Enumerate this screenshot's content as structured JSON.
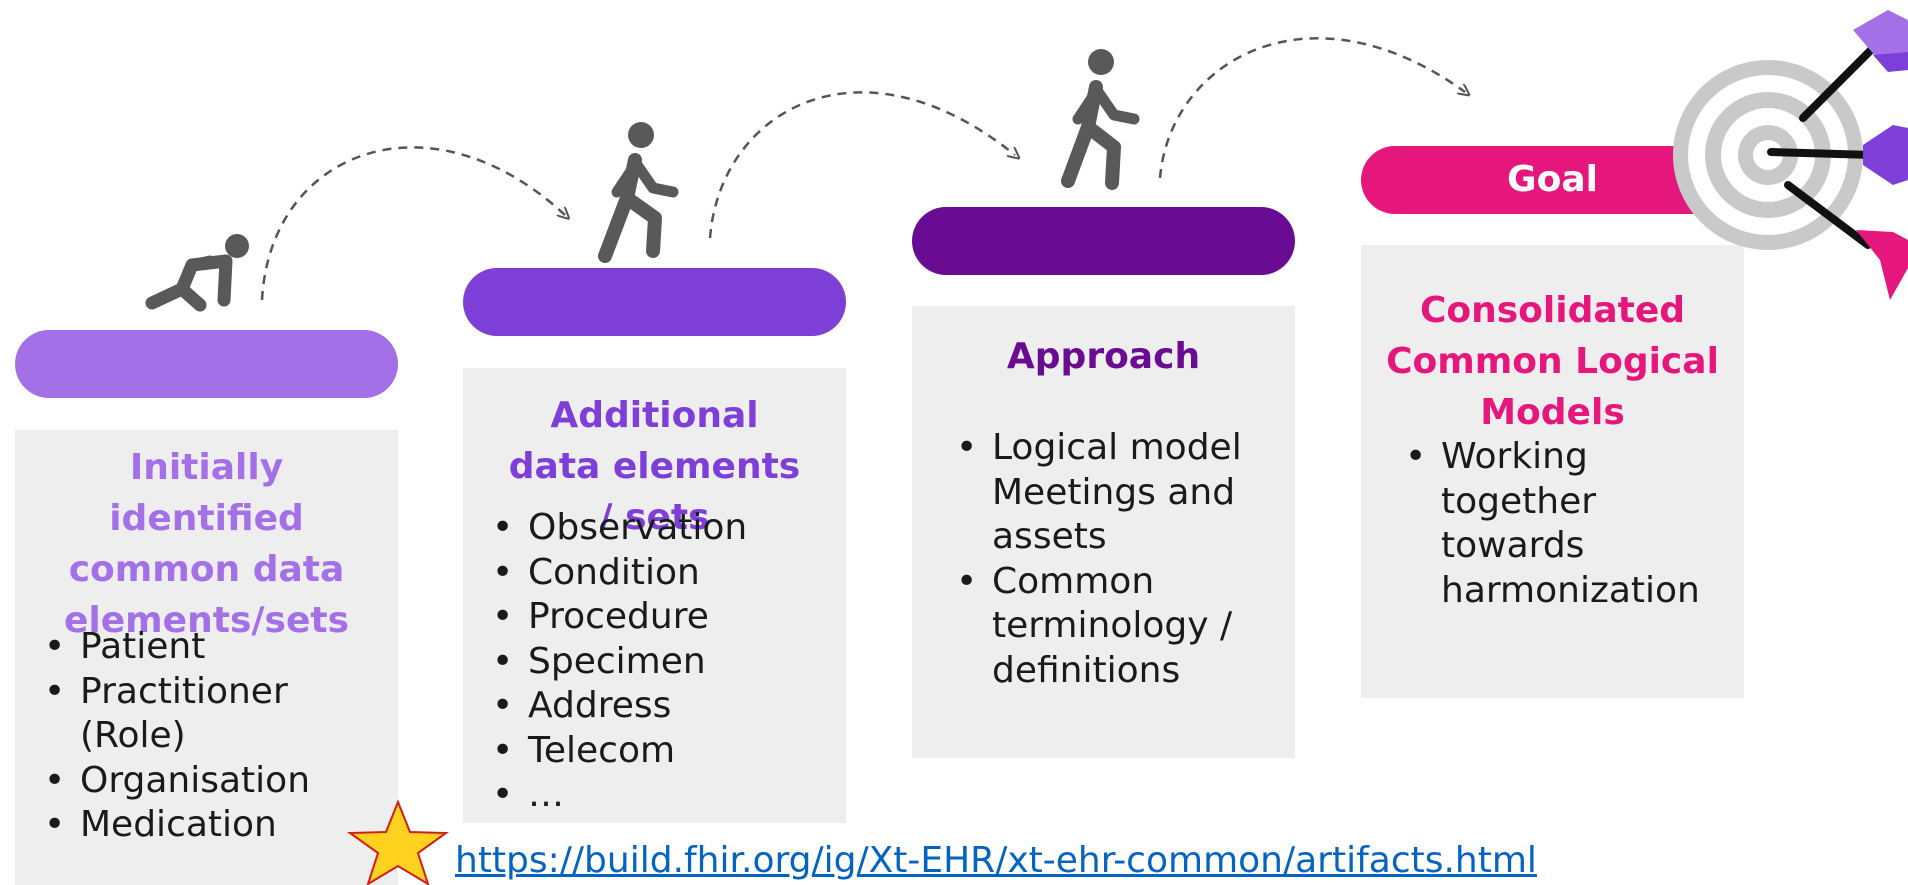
{
  "colors": {
    "step1": "#a370e8",
    "step2": "#7e3fd9",
    "step3": "#6a0c93",
    "goal": "#e6177c",
    "box_bg": "#eeeeee",
    "icon": "#595959",
    "link": "#0563c1"
  },
  "steps": [
    {
      "title": "Initially identified common data elements/sets",
      "items": [
        "Patient",
        "Practitioner (Role)",
        "Organisation",
        "Medication"
      ]
    },
    {
      "title": "Additional data elements / sets",
      "items": [
        "Observation",
        "Condition",
        "Procedure",
        "Specimen",
        "Address",
        "Telecom",
        "…"
      ]
    },
    {
      "title": "Approach",
      "items": [
        "Logical model Meetings and assets",
        "Common terminology / definitions"
      ]
    },
    {
      "goal_label": "Goal",
      "title": "Consolidated Common Logical Models",
      "items": [
        "Working together towards harmonization"
      ]
    }
  ],
  "icons": [
    "runner-start-icon",
    "walking-person-icon",
    "walking-person-icon",
    "target-arrows-icon",
    "star-icon"
  ],
  "link": "https://build.fhir.org/ig/Xt-EHR/xt-ehr-common/artifacts.html"
}
